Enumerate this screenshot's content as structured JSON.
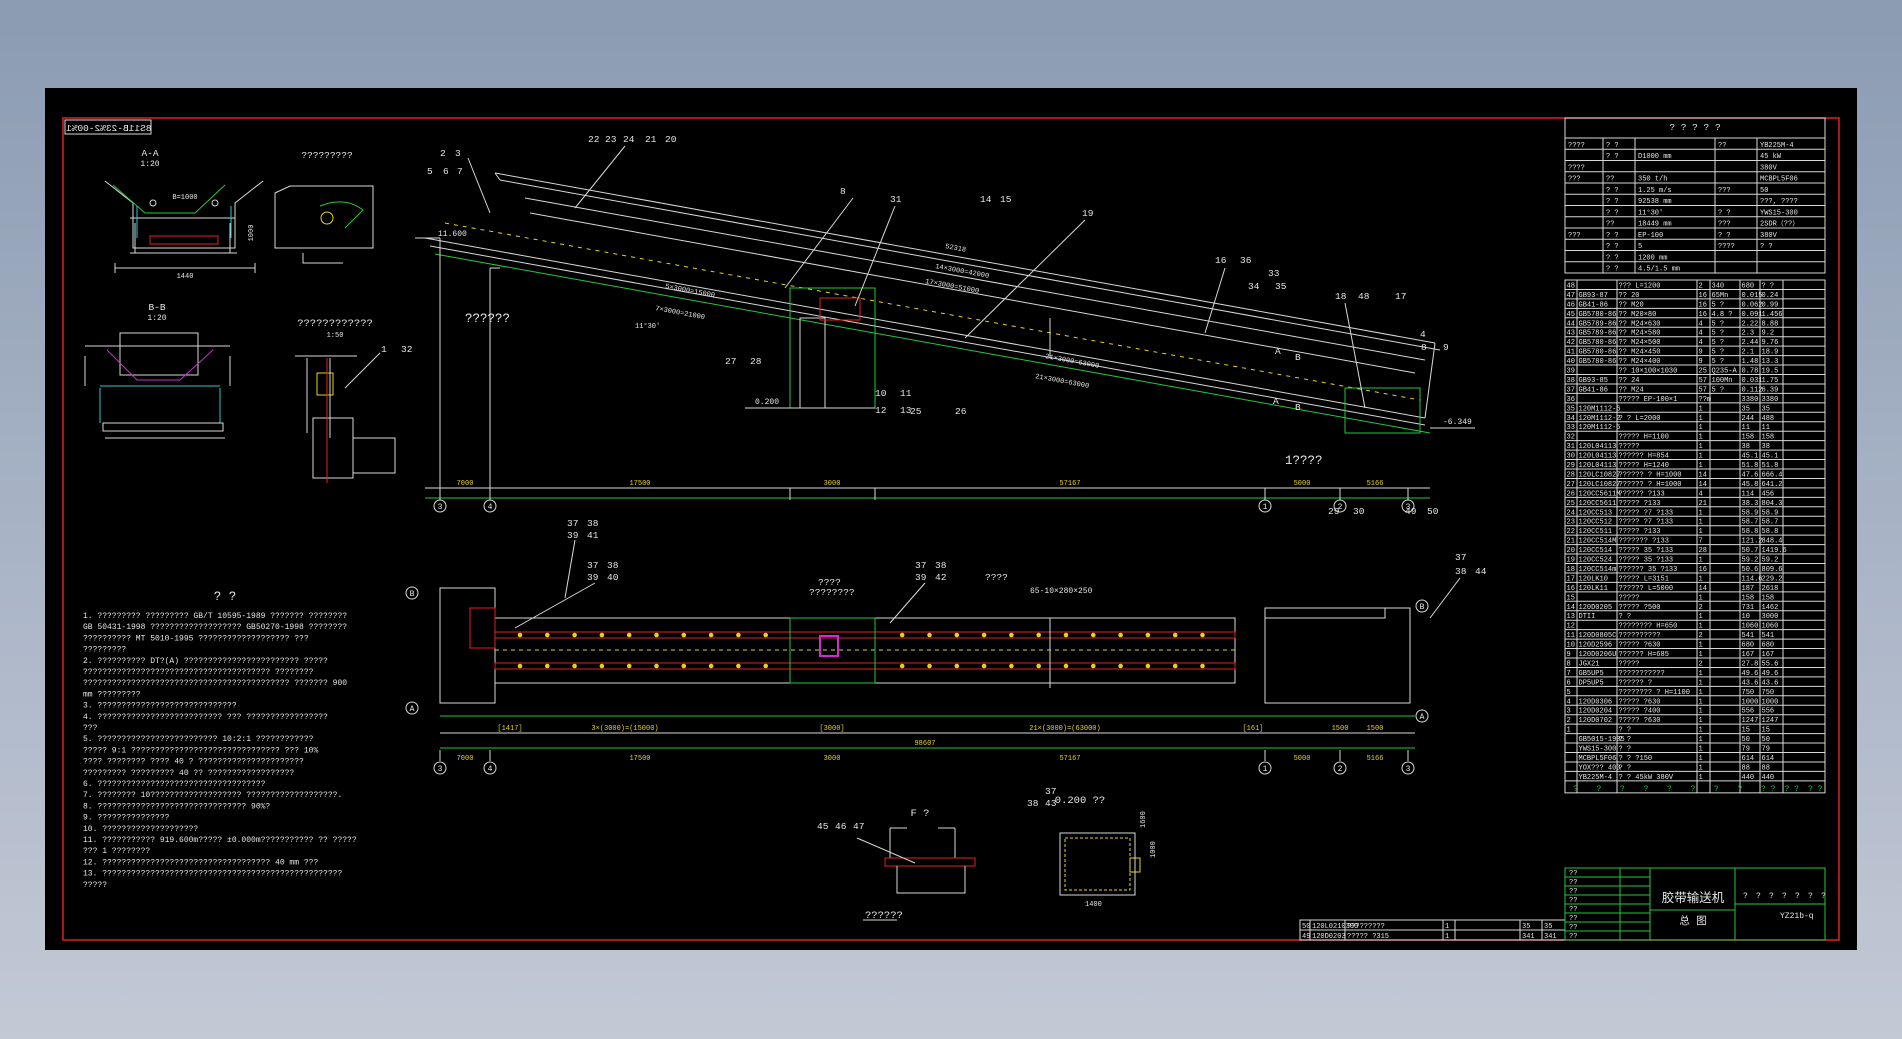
{
  "drawing_number": "8S11B-23%2-00%1",
  "colors": {
    "frame": "#e02020",
    "green": "#22c93b",
    "yellow": "#e6d21e",
    "red": "#e02020",
    "cyan": "#29c7d6",
    "magenta": "#d02ad0",
    "white": "#e6e6e6"
  },
  "views": {
    "section_aa": {
      "title": "A-A",
      "scale": "1:20",
      "dims": [
        "B=1000",
        "1000",
        "1440"
      ]
    },
    "section_bb": {
      "title": "B-B",
      "scale": "1:20"
    },
    "detail_top": {
      "title": "?????????"
    },
    "detail_left": {
      "title": "????????????",
      "scale": "1:50",
      "callouts": [
        "1",
        "32"
      ]
    },
    "elevation": {
      "level_top": "11.600",
      "level_mid": "0.200",
      "level_bot": "-6.349",
      "note_left": "??????",
      "note_right": "1????",
      "angle": "11°30'",
      "spans": [
        "7000",
        "17500",
        "3000",
        "57167",
        "5000",
        "5166"
      ],
      "dims_top": [
        "52318",
        "14×3000=42000",
        "17×3000=51000"
      ],
      "dims_low": [
        "5×3000=15000",
        "7×3000=21000",
        "21×3000=63000",
        "21×3000=63000"
      ],
      "grid_labels": [
        "3",
        "4",
        "1",
        "2",
        "3"
      ],
      "callouts": [
        "2",
        "3",
        "5",
        "6",
        "7",
        "22",
        "23",
        "24",
        "21",
        "20",
        "8",
        "31",
        "14",
        "15",
        "19",
        "16",
        "36",
        "33",
        "34",
        "35",
        "18",
        "48",
        "17",
        "4",
        "8",
        "9",
        "10",
        "11",
        "12",
        "13",
        "25",
        "26",
        "27",
        "28",
        "29",
        "30",
        "49",
        "50"
      ],
      "section_marks": [
        "A",
        "B",
        "A",
        "B"
      ]
    },
    "plan": {
      "callouts": [
        "37",
        "38",
        "39",
        "41",
        "37",
        "38",
        "39",
        "40",
        "????",
        "????????",
        "37",
        "38",
        "39",
        "42",
        "????",
        "37",
        "38",
        "44"
      ],
      "bolts_note": "65-10×280×250",
      "spans": [
        "7000",
        "17500",
        "3000",
        "57167",
        "5000",
        "5166"
      ],
      "total": "98607",
      "segments": [
        "3×(3000)=(15000)",
        "[3000]",
        "21×(3000)=(63000)",
        "[1417]",
        "[161]",
        "1500",
        "1500"
      ],
      "axis_letters": [
        "B",
        "A",
        "B",
        "A"
      ],
      "grid_labels": [
        "3",
        "4",
        "1",
        "2",
        "3"
      ]
    },
    "detail_f": {
      "title": "F ?",
      "callouts": [
        "45",
        "46",
        "47"
      ],
      "note": "??????"
    },
    "detail_pit": {
      "title": "0.200 ??",
      "callouts": [
        "37",
        "38",
        "43"
      ],
      "dims": [
        "1000",
        "1600",
        "1400"
      ]
    }
  },
  "notes": {
    "title": "?  ?",
    "lines": [
      "1.  ?????????  ?????????  GB/T 10595-1989 ???????  ????????",
      "     GB 50431-1998 ???????????????????      GB50270-1998 ????????",
      "     ??????????      MT 5010-1995  ???????????????????       ???",
      "     ?????????",
      "2.  ??????????    DT?(A)  ????????????????????????      ?????",
      "     ???????????????????????????????????????           ????????",
      "     ???????????????????????????????????????????      ???????  900",
      "     mm ?????????",
      "3.  ?????????????????????????????",
      "4.  ??????????????????????????           ??? ?????????????????",
      "     ???",
      "5.  ?????????????????????????           10:2:1          ????????????",
      "     ?????     9:1 ???????????????????????????????          ??? 10%",
      "     ???? ????????     ????  40 ?          ??????????????????????",
      "     ?????????      ?????????     40 ?? ??????????????????",
      "6.  ???????????????????????????????????",
      "7.  ????????     10???????????????????     ???????????????????.",
      "8.  ???????????????????????????????          90%?",
      "9.  ???????????????",
      "10.  ????????????????????",
      "11.  ???????????     919.600m?????     ±0.000m???????????     ?? ?????",
      "      ??? 1 ????????",
      "12.  ???????????????????????????????????           40 mm ???",
      "13.  ??????????????????????????????????????????????????",
      "      ?????"
    ]
  },
  "specs": {
    "title": "?  ?  ?  ?  ?",
    "rows": [
      [
        "????",
        "? ?",
        "",
        "??",
        "YB225M-4"
      ],
      [
        "",
        "? ?",
        "D1000 mm",
        "",
        "45 kW"
      ],
      [
        "????",
        "",
        "",
        "",
        "380V"
      ],
      [
        "???",
        "??",
        "350 t/h",
        "",
        "MCBPL5F06"
      ],
      [
        "",
        "? ?",
        "1.25 m/s",
        "???",
        "50"
      ],
      [
        "",
        "? ?",
        "92538 mm",
        "",
        "???, ????"
      ],
      [
        "",
        "? ?",
        "11°30'",
        "? ?",
        "YWS15-300"
      ],
      [
        "",
        "??",
        "18449 mm",
        "???",
        "2SDR（??）"
      ],
      [
        "???",
        "? ?",
        "EP-100",
        "? ?",
        "380V"
      ],
      [
        "",
        "? ?",
        "5",
        "????",
        "? ?"
      ],
      [
        "",
        "? ?",
        "1200 mm",
        "",
        ""
      ],
      [
        "",
        "? ?",
        "4.5/1.5 mm",
        "",
        ""
      ]
    ]
  },
  "bom": {
    "rows": [
      [
        "48",
        "",
        "??? L=1200",
        "2",
        "340",
        "680",
        "? ?"
      ],
      [
        "47",
        "GB93-87",
        "?? 20",
        "16",
        "65Mn",
        "0.015",
        "0.24"
      ],
      [
        "46",
        "GB41-86",
        "?? M20",
        "16",
        "5 ?",
        "0.062",
        "0.99"
      ],
      [
        "45",
        "GB5780-86",
        "?? M20×80",
        "16",
        "4.8 ?",
        "0.091",
        "1.456"
      ],
      [
        "44",
        "GB5789-86",
        "?? M24×630",
        "4",
        "5 ?",
        "2.22",
        "8.88"
      ],
      [
        "43",
        "GB5789-86",
        "?? M24×580",
        "4",
        "5 ?",
        "2.3",
        "9.2"
      ],
      [
        "42",
        "GB5780-86",
        "?? M24×500",
        "4",
        "5 ?",
        "2.44",
        "9.76"
      ],
      [
        "41",
        "GB5780-86",
        "?? M24×450",
        "9",
        "5 ?",
        "2.1",
        "18.9"
      ],
      [
        "40",
        "GB5780-86",
        "?? M24×400",
        "9",
        "5 ?",
        "1.48",
        "13.3"
      ],
      [
        "39",
        "",
        "?? 10×100×1030",
        "25",
        "Q235-A",
        "0.78",
        "19.5"
      ],
      [
        "38",
        "GB93-85",
        "?? 24",
        "57",
        "100Mn",
        "0.031",
        "1.75"
      ],
      [
        "37",
        "GB41-86",
        "?? M24",
        "57",
        "5 ?",
        "0.112",
        "6.39"
      ],
      [
        "36",
        "",
        "?????  EP-100×1",
        "??m",
        "",
        "3380",
        "3380"
      ],
      [
        "35",
        "120M1112-6",
        "",
        "1",
        "",
        "35",
        "35"
      ],
      [
        "34",
        "120M1112-2",
        "? ?  L=2000",
        "1",
        "",
        "244",
        "488"
      ],
      [
        "33",
        "120M1112-5",
        "",
        "1",
        "",
        "11",
        "11"
      ],
      [
        "32",
        "",
        "?????  H=1100",
        "1",
        "",
        "158",
        "158"
      ],
      [
        "31",
        "120L04113",
        "?????",
        "1",
        "",
        "38",
        "38"
      ],
      [
        "30",
        "120L04113",
        "??????  H=854",
        "1",
        "",
        "45.1",
        "45.1"
      ],
      [
        "29",
        "120L04113",
        "?????  H=1240",
        "1",
        "",
        "51.8",
        "51.8"
      ],
      [
        "28",
        "120LC10827",
        "??????  ?  H=1000",
        "14",
        "",
        "47.6",
        "666.4"
      ],
      [
        "27",
        "120LC10827",
        "??????  ?  H=1000",
        "14",
        "",
        "45.8",
        "641.2"
      ],
      [
        "26",
        "120CC5611M",
        "??????  ?133",
        "4",
        "",
        "114",
        "456"
      ],
      [
        "25",
        "120CC5611",
        "?????  ?133",
        "21",
        "",
        "38.3",
        "804.3"
      ],
      [
        "24",
        "120CC513",
        "?????  ?7 ?133",
        "1",
        "",
        "58.9",
        "58.9"
      ],
      [
        "23",
        "120CC512",
        "?????  ?7 ?133",
        "1",
        "",
        "58.7",
        "58.7"
      ],
      [
        "22",
        "120CC511",
        "?????  ?133",
        "1",
        "",
        "58.8",
        "58.8"
      ],
      [
        "21",
        "120CC514M",
        "???????  ?133",
        "7",
        "",
        "121.2",
        "848.4"
      ],
      [
        "20",
        "120CC514",
        "?????  35 ?133",
        "28",
        "",
        "50.7",
        "1419.6"
      ],
      [
        "19",
        "120CC524",
        "?????  35 ?133",
        "1",
        "",
        "59.2",
        "59.2"
      ],
      [
        "18",
        "120CC514m",
        "??????  35 ?133",
        "16",
        "",
        "50.6",
        "809.6"
      ],
      [
        "17",
        "120LK10",
        "?????  L=3151",
        "1",
        "",
        "114.6",
        "229.2"
      ],
      [
        "16",
        "120LK11",
        "??????  L=5000",
        "14",
        "",
        "187",
        "2618"
      ],
      [
        "15",
        "",
        "?????",
        "1",
        "",
        "158",
        "158"
      ],
      [
        "14",
        "120D0205",
        "?????  ?500",
        "2",
        "",
        "731",
        "1462"
      ],
      [
        "13",
        "DTII",
        "? ?",
        "1",
        "",
        "10",
        "3000"
      ],
      [
        "12",
        "",
        "????????  H=650",
        "1",
        "",
        "1060",
        "1060"
      ],
      [
        "11",
        "120D0805C",
        "??????????",
        "2",
        "",
        "541",
        "541"
      ],
      [
        "10",
        "120D2596",
        "?????  ?630",
        "1",
        "",
        "680",
        "680"
      ],
      [
        "9",
        "120D0206U",
        "??????  H=685",
        "1",
        "",
        "167",
        "167"
      ],
      [
        "8",
        "JGX21",
        "?????",
        "2",
        "",
        "27.8",
        "55.6"
      ],
      [
        "7",
        "GB5UP5",
        "???????????",
        "1",
        "",
        "49.6",
        "49.6"
      ],
      [
        "6",
        "DP5UP5",
        "?????? ?",
        "1",
        "",
        "43.6",
        "43.6"
      ],
      [
        "5",
        "",
        "????????  ?  H=1100",
        "1",
        "",
        "750",
        "750"
      ],
      [
        "4",
        "120D0306",
        "?????  ?630",
        "1",
        "",
        "1000",
        "1000"
      ],
      [
        "3",
        "120D0204",
        "?????  ?400",
        "1",
        "",
        "556",
        "556"
      ],
      [
        "2",
        "120D0702",
        "?????  ?630",
        "1",
        "",
        "1247",
        "1247"
      ],
      [
        "1",
        "",
        "? ?",
        "1",
        "",
        "15",
        "15"
      ],
      [
        "",
        "GB5015-1985",
        "? ?",
        "1",
        "",
        "50",
        "50"
      ],
      [
        "",
        "YWS15-300",
        "? ?",
        "1",
        "",
        "79",
        "79"
      ],
      [
        "",
        "MCBPL5F06",
        "? ?  ?150",
        "1",
        "",
        "614",
        "614"
      ],
      [
        "",
        "YOX???  400",
        "? ?",
        "1",
        "",
        "88",
        "88"
      ],
      [
        "",
        "YB225M-4",
        "? ?  45kW  380V",
        "1",
        "",
        "440",
        "440"
      ]
    ],
    "footer": [
      "?",
      "?",
      "?",
      "?",
      "?",
      "?",
      "?",
      "?",
      "? ?",
      "? ?",
      "? ?"
    ]
  },
  "title_block": {
    "name": "胶带输送机",
    "sub": "总  图",
    "number": "YZ21b-q",
    "small": [
      "??",
      "??",
      "??",
      "??",
      "??",
      "??",
      "??",
      "??"
    ],
    "cols": [
      "?",
      "?",
      "?",
      "?",
      "?",
      "?",
      "?"
    ]
  },
  "parts_strip": [
    [
      "50",
      "120L0210300",
      "?????????",
      "1",
      "",
      "35",
      "35"
    ],
    [
      "49",
      "120D0203",
      "?????  ?315",
      "1",
      "",
      "341",
      "341"
    ]
  ]
}
